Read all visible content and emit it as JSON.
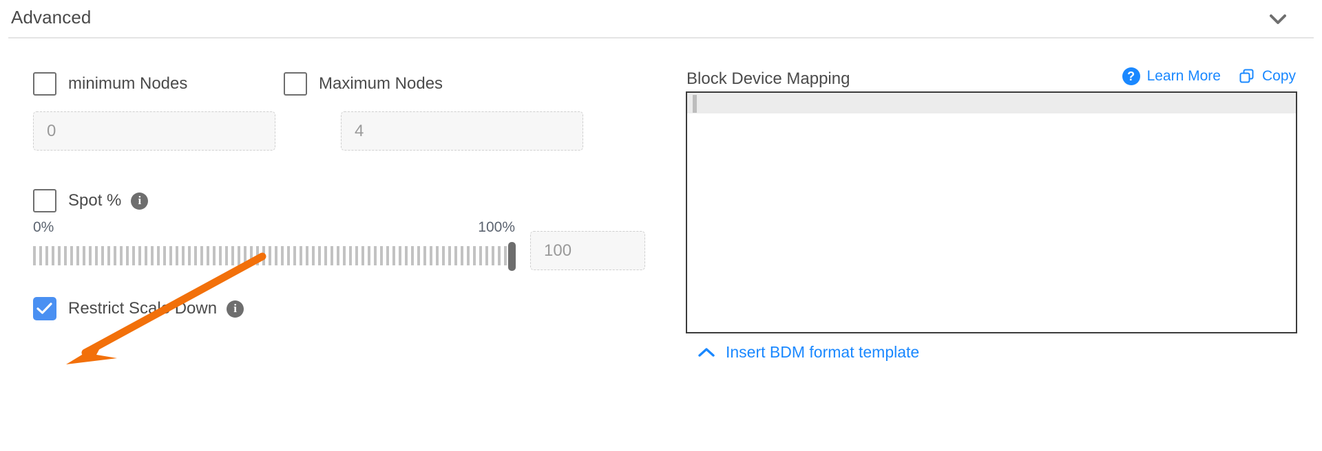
{
  "header": {
    "title": "Advanced",
    "toggle_icon": "chevron-down-icon"
  },
  "left": {
    "min_nodes": {
      "label": "minimum Nodes",
      "checked": false,
      "input_placeholder": "0",
      "input_value": ""
    },
    "max_nodes": {
      "label": "Maximum Nodes",
      "checked": false,
      "input_placeholder": "4",
      "input_value": ""
    },
    "spot": {
      "label": "Spot %",
      "checked": false,
      "info_glyph": "i"
    },
    "slider": {
      "min_label": "0%",
      "max_label": "100%",
      "value": 100,
      "min": 0,
      "max": 100,
      "input_placeholder": "100",
      "input_value": ""
    },
    "restrict_scale_down": {
      "label": "Restrict Scale Down",
      "checked": true,
      "info_glyph": "i"
    }
  },
  "right": {
    "title": "Block Device Mapping",
    "learn_more": {
      "label": "Learn More",
      "badge_glyph": "?"
    },
    "copy": {
      "label": "Copy"
    },
    "editor": {
      "content": ""
    },
    "footer_link": {
      "label": "Insert BDM format template",
      "icon": "chevron-up-icon"
    }
  },
  "colors": {
    "accent_blue": "#1a88ff",
    "checkbox_blue": "#4a90f2",
    "annotation_orange": "#f2700a",
    "text_gray": "#4b4b4b",
    "border_gray": "#6e6e6e"
  },
  "annotation": {
    "type": "arrow",
    "points_at": "restrict-scale-down-checkbox",
    "color": "#f2700a"
  }
}
